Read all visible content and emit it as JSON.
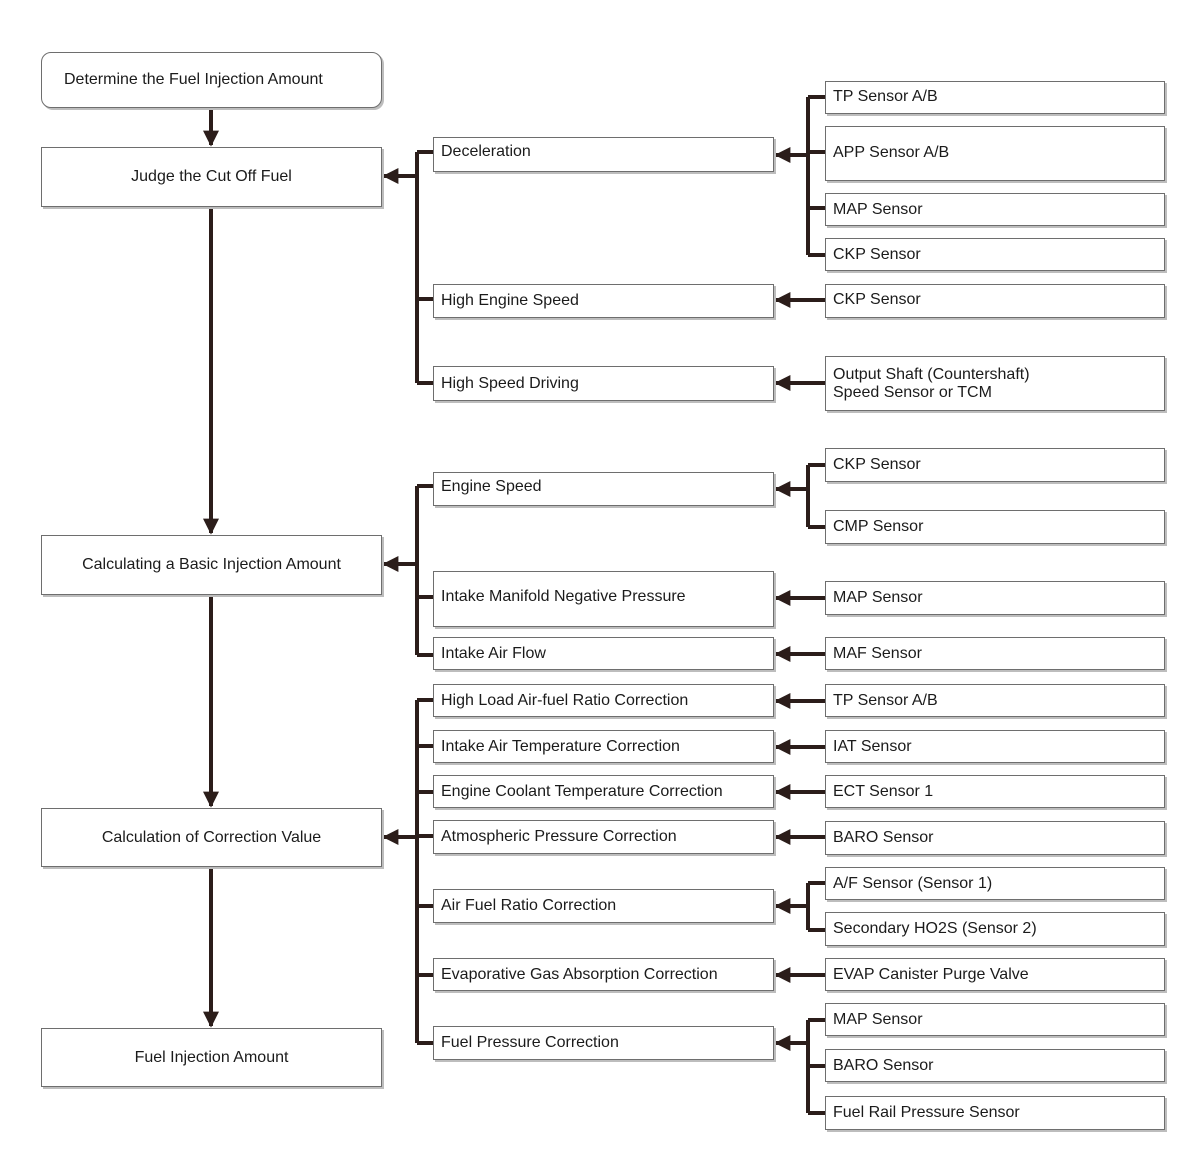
{
  "colors": {
    "connector": "#2b1d1a",
    "border": "#6e6e6e",
    "text": "#1b1b1b"
  },
  "left": {
    "start": "Determine the Fuel Injection Amount",
    "cut_off": "Judge the Cut Off Fuel",
    "basic": "Calculating a Basic Injection Amount",
    "correction": "Calculation of Correction Value",
    "result": "Fuel Injection Amount"
  },
  "middle": {
    "deceleration": "Deceleration",
    "high_engine_speed": "High Engine Speed",
    "high_speed_driving": "High Speed Driving",
    "engine_speed": "Engine Speed",
    "intake_manifold": "Intake Manifold Negative Pressure",
    "intake_air_flow": "Intake Air Flow",
    "high_load": "High Load Air-fuel Ratio Correction",
    "intake_air_temp": "Intake Air Temperature Correction",
    "coolant_temp": "Engine Coolant Temperature Correction",
    "atmospheric": "Atmospheric Pressure Correction",
    "air_fuel_ratio": "Air Fuel Ratio Correction",
    "evaporative": "Evaporative Gas Absorption Correction",
    "fuel_pressure": "Fuel Pressure Correction"
  },
  "right": {
    "tp_sensor_1": "TP Sensor A/B",
    "app_sensor": "APP Sensor A/B",
    "map_sensor_1": "MAP Sensor",
    "ckp_sensor_1": "CKP Sensor",
    "ckp_sensor_2": "CKP Sensor",
    "output_shaft": "Output Shaft (Countershaft)\nSpeed Sensor or TCM",
    "ckp_sensor_3": "CKP Sensor",
    "cmp_sensor": "CMP Sensor",
    "map_sensor_2": "MAP Sensor",
    "maf_sensor": "MAF Sensor",
    "tp_sensor_2": "TP Sensor A/B",
    "iat_sensor": "IAT Sensor",
    "ect_sensor": "ECT Sensor 1",
    "baro_sensor_1": "BARO Sensor",
    "af_sensor": "A/F Sensor (Sensor 1)",
    "secondary_ho2s": "Secondary HO2S (Sensor 2)",
    "evap_valve": "EVAP Canister Purge Valve",
    "map_sensor_3": "MAP Sensor",
    "baro_sensor_2": "BARO Sensor",
    "fuel_rail_sensor": "Fuel Rail Pressure Sensor"
  }
}
